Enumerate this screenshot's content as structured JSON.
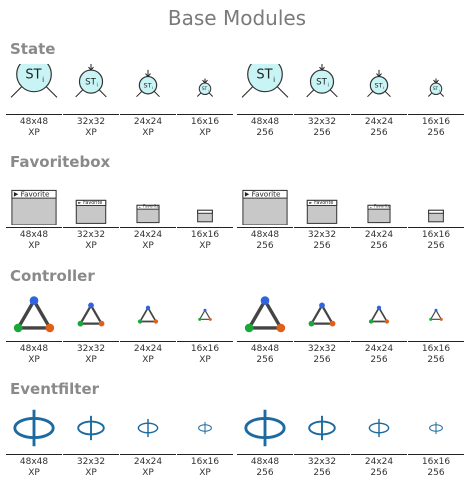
{
  "title": "Base Modules",
  "icon_text": {
    "state": "ST",
    "state_sub": "i",
    "favoritebox": "Favorite"
  },
  "colors": {
    "state_fill": "#c8f4f6",
    "state_stroke": "#333333",
    "node_blue": "#2f63e0",
    "node_green": "#18a83a",
    "node_orange": "#e06018",
    "ring": "#1d6aa0",
    "title": "#7a7a7a",
    "section": "#8a8a8a"
  },
  "sections": [
    {
      "name": "State",
      "kind": "state",
      "items": [
        {
          "size": "48x48",
          "variant": "XP"
        },
        {
          "size": "32x32",
          "variant": "XP"
        },
        {
          "size": "24x24",
          "variant": "XP"
        },
        {
          "size": "16x16",
          "variant": "XP"
        },
        {
          "size": "48x48",
          "variant": "256"
        },
        {
          "size": "32x32",
          "variant": "256"
        },
        {
          "size": "24x24",
          "variant": "256"
        },
        {
          "size": "16x16",
          "variant": "256"
        }
      ]
    },
    {
      "name": "Favoritebox",
      "kind": "favoritebox",
      "items": [
        {
          "size": "48x48",
          "variant": "XP"
        },
        {
          "size": "32x32",
          "variant": "XP"
        },
        {
          "size": "24x24",
          "variant": "XP"
        },
        {
          "size": "16x16",
          "variant": "XP"
        },
        {
          "size": "48x48",
          "variant": "256"
        },
        {
          "size": "32x32",
          "variant": "256"
        },
        {
          "size": "24x24",
          "variant": "256"
        },
        {
          "size": "16x16",
          "variant": "256"
        }
      ]
    },
    {
      "name": "Controller",
      "kind": "controller",
      "items": [
        {
          "size": "48x48",
          "variant": "XP"
        },
        {
          "size": "32x32",
          "variant": "XP"
        },
        {
          "size": "24x24",
          "variant": "XP"
        },
        {
          "size": "16x16",
          "variant": "XP"
        },
        {
          "size": "48x48",
          "variant": "256"
        },
        {
          "size": "32x32",
          "variant": "256"
        },
        {
          "size": "24x24",
          "variant": "256"
        },
        {
          "size": "16x16",
          "variant": "256"
        }
      ]
    },
    {
      "name": "Eventfilter",
      "kind": "eventfilter",
      "items": [
        {
          "size": "48x48",
          "variant": "XP"
        },
        {
          "size": "32x32",
          "variant": "XP"
        },
        {
          "size": "24x24",
          "variant": "XP"
        },
        {
          "size": "16x16",
          "variant": "XP"
        },
        {
          "size": "48x48",
          "variant": "256"
        },
        {
          "size": "32x32",
          "variant": "256"
        },
        {
          "size": "24x24",
          "variant": "256"
        },
        {
          "size": "16x16",
          "variant": "256"
        }
      ]
    }
  ]
}
